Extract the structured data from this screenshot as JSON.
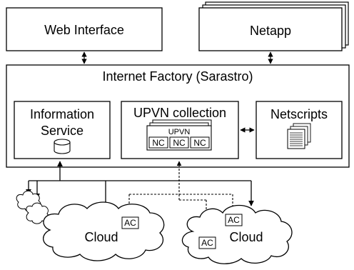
{
  "web_interface": {
    "label": "Web Interface"
  },
  "netapp": {
    "label": "Netapp"
  },
  "internet_factory": {
    "label": "Internet Factory (Sarastro)"
  },
  "information_service": {
    "line1": "Information",
    "line2": "Service",
    "icon": "database-icon"
  },
  "upvn_collection": {
    "label": "UPVN collection",
    "inner_label": "UPVN",
    "nc_labels": [
      "NC",
      "NC",
      "NC"
    ]
  },
  "netscripts": {
    "label": "Netscripts",
    "icon": "document-stack-icon"
  },
  "clouds": [
    {
      "label": "Cloud",
      "ac_labels": [
        "AC"
      ]
    },
    {
      "label": "Cloud",
      "ac_labels": [
        "AC",
        "AC"
      ]
    }
  ]
}
